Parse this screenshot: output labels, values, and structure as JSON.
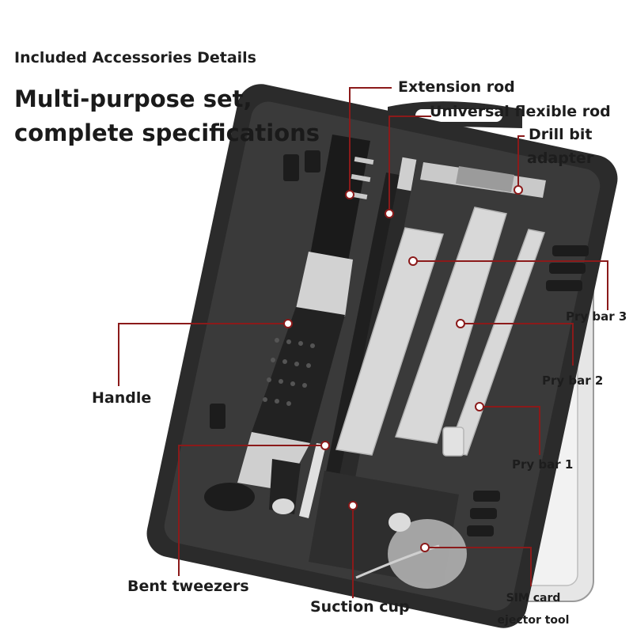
{
  "header": {
    "subtitle": "Included Accessories Details",
    "headline_line1": "Multi-purpose set,",
    "headline_line2": "complete specifications"
  },
  "callouts": {
    "extension_rod": "Extension rod",
    "universal_flexible_rod": "Universal flexible rod",
    "drill_bit_adapter_line1": "Drill bit",
    "drill_bit_adapter_line2": "adapter",
    "pry_bar_3": "Pry bar 3",
    "pry_bar_2": "Pry bar 2",
    "pry_bar_1": "Pry bar 1",
    "handle": "Handle",
    "bent_tweezers": "Bent tweezers",
    "suction_cup": "Suction cup",
    "sim_ejector_line1": "SIM card",
    "sim_ejector_line2": "ejector tool"
  },
  "colors": {
    "callout_line": "#8b1a1a",
    "case_black": "#2b2b2b",
    "pry_bar_gray": "#d6d6d6"
  }
}
